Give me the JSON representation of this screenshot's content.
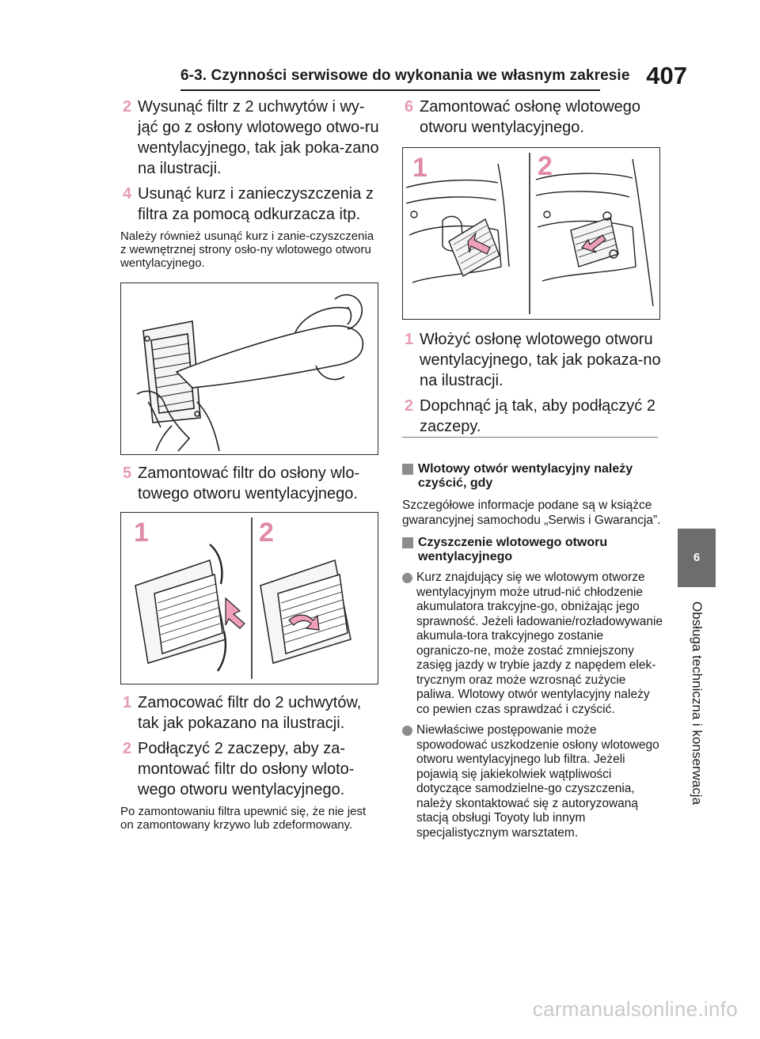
{
  "header": {
    "title": "6-3. Czynności serwisowe do wykonania we własnym zakresie",
    "page_number": "407"
  },
  "side_tab": {
    "number": "6",
    "label": "Obsługa techniczna i konserwacja"
  },
  "left_column": {
    "step2": {
      "num": "2",
      "text": "Wysunąć filtr z 2 uchwytów i wy-jąć go z osłony wlotowego otwo-ru wentylacyjnego, tak jak poka-zano na ilustracji."
    },
    "step4": {
      "num": "4",
      "text": "Usunąć kurz i zanieczyszczenia z filtra za pomocą odkurzacza itp."
    },
    "note_a": "Należy również usunąć kurz i zanie-czyszczenia z wewnętrznej strony osło-ny wlotowego otworu wentylacyjnego.",
    "step5": {
      "num": "5",
      "text": "Zamontować filtr do osłony wlo-towego otworu wentylacyjnego."
    },
    "figure2_labels": [
      "1",
      "2"
    ],
    "sub1": {
      "num": "1",
      "text": "Zamocować filtr do 2 uchwytów, tak jak pokazano na ilustracji."
    },
    "sub2": {
      "num": "2",
      "text": "Podłączyć 2 zaczepy, aby za-montować filtr do osłony wloto-wego otworu wentylacyjnego."
    },
    "note_b": "Po zamontowaniu filtra upewnić się, że nie jest on zamontowany krzywo lub zdeformowany."
  },
  "right_column": {
    "step6": {
      "num": "6",
      "text": "Zamontować osłonę wlotowego otworu wentylacyjnego."
    },
    "figure3_labels": [
      "1",
      "2"
    ],
    "sub1": {
      "num": "1",
      "text": "Włożyć osłonę wlotowego otworu wentylacyjnego, tak jak pokaza-no na ilustracji."
    },
    "sub2": {
      "num": "2",
      "text": "Dopchnąć ją tak, aby podłączyć 2 zaczepy."
    },
    "section1": {
      "heading": "Wlotowy otwór wentylacyjny należy czyścić, gdy",
      "body": "Szczegółowe informacje podane są w książce gwarancyjnej samochodu „Serwis i Gwarancja”."
    },
    "section2": {
      "heading": "Czyszczenie wlotowego otworu wentylacyjnego",
      "bullet1": "Kurz znajdujący się we wlotowym otworze wentylacyjnym może utrud-nić chłodzenie akumulatora trakcyjne-go, obniżając jego sprawność. Jeżeli ładowanie/rozładowywanie akumula-tora trakcyjnego zostanie ograniczo-ne, może zostać zmniejszony zasięg jazdy w trybie jazdy z napędem elek-trycznym oraz może wzrosnąć zużycie paliwa. Wlotowy otwór wentylacyjny należy co pewien czas sprawdzać i czyścić.",
      "bullet2": "Niewłaściwe postępowanie może spowodować uszkodzenie osłony wlotowego otworu wentylacyjnego lub filtra. Jeżeli pojawią się jakiekolwiek wątpliwości dotyczące samodzielne-go czyszczenia, należy skontaktować się z autoryzowaną stacją obsługi Toyoty lub innym specjalistycznym warsztatem."
    }
  },
  "watermark": "carmanualsonline.info",
  "colors": {
    "step_number": "#e59bb4",
    "figure_label": "#e08aa9",
    "side_tab_bg": "#6d6d6d",
    "marker_gray": "#8c8c8c"
  }
}
